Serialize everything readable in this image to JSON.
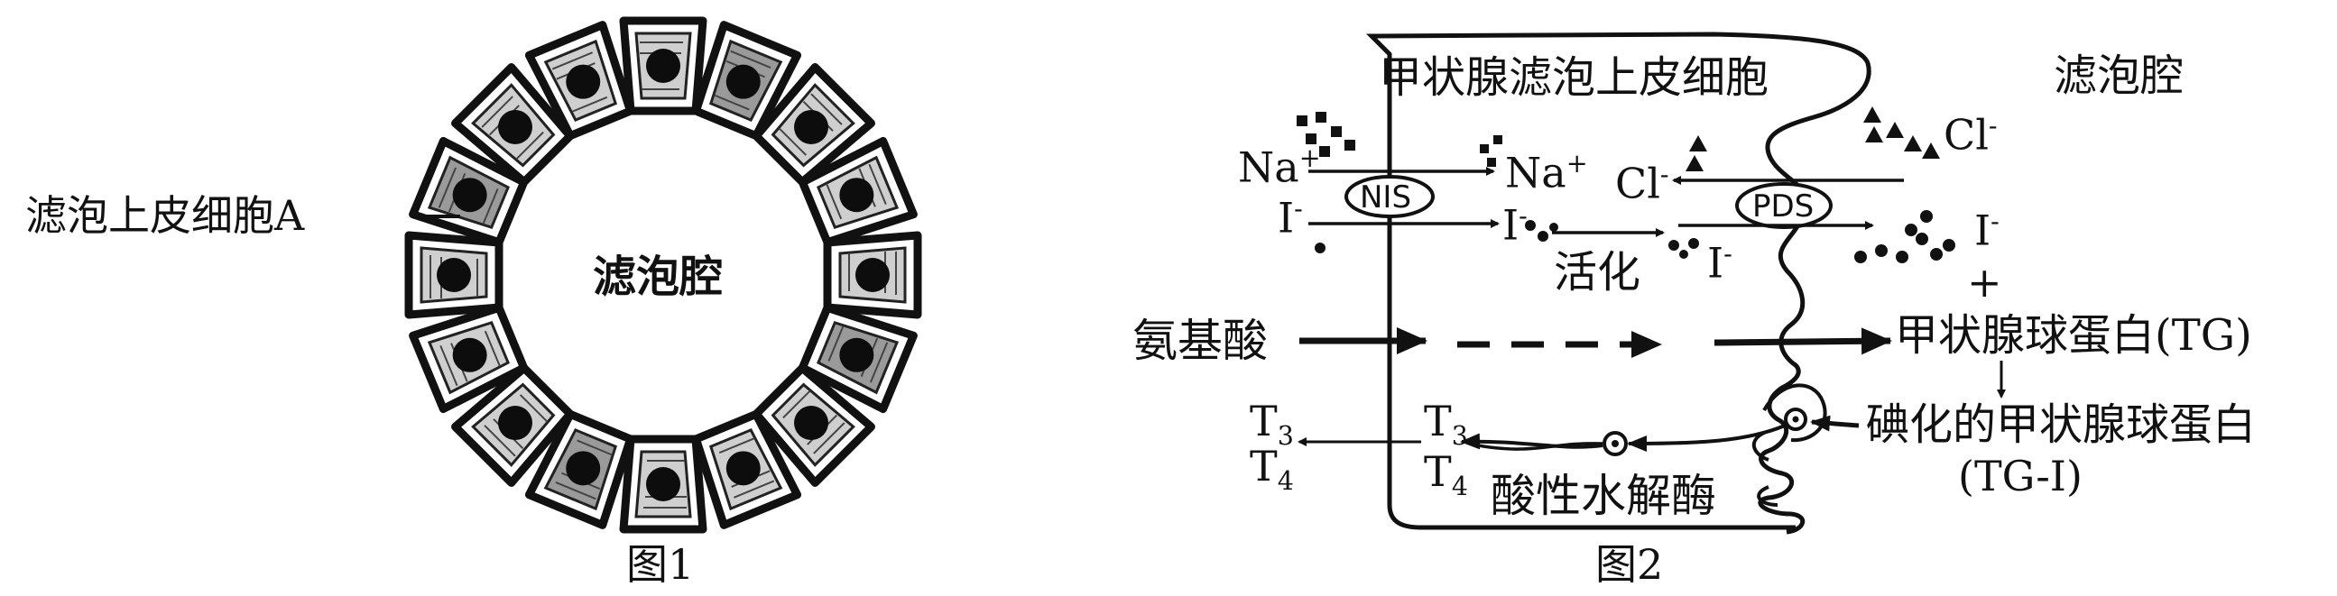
{
  "figure1": {
    "caption": "图1",
    "lumen_label": "滤泡腔",
    "cell_label": "滤泡上皮细胞A"
  },
  "figure2": {
    "caption": "图2",
    "cell_title": "甲状腺滤泡上皮细胞",
    "lumen_label": "滤泡腔",
    "ions": {
      "na": "Na",
      "na_sup": "+",
      "i": "I",
      "i_sup": "-",
      "cl": "Cl",
      "cl_sup": "-"
    },
    "transporters": {
      "nis": "NIS",
      "pds": "PDS"
    },
    "activation": "活化",
    "plus_sign": "+",
    "amino_acid": "氨基酸",
    "tg": "甲状腺球蛋白(TG)",
    "tg_i": "碘化的甲状腺球蛋白",
    "tg_i_abbr": "(TG-I)",
    "enzyme": "酸性水解酶",
    "hormones": {
      "t3": "T",
      "t3_sub": "3",
      "t4": "T",
      "t4_sub": "4"
    }
  }
}
